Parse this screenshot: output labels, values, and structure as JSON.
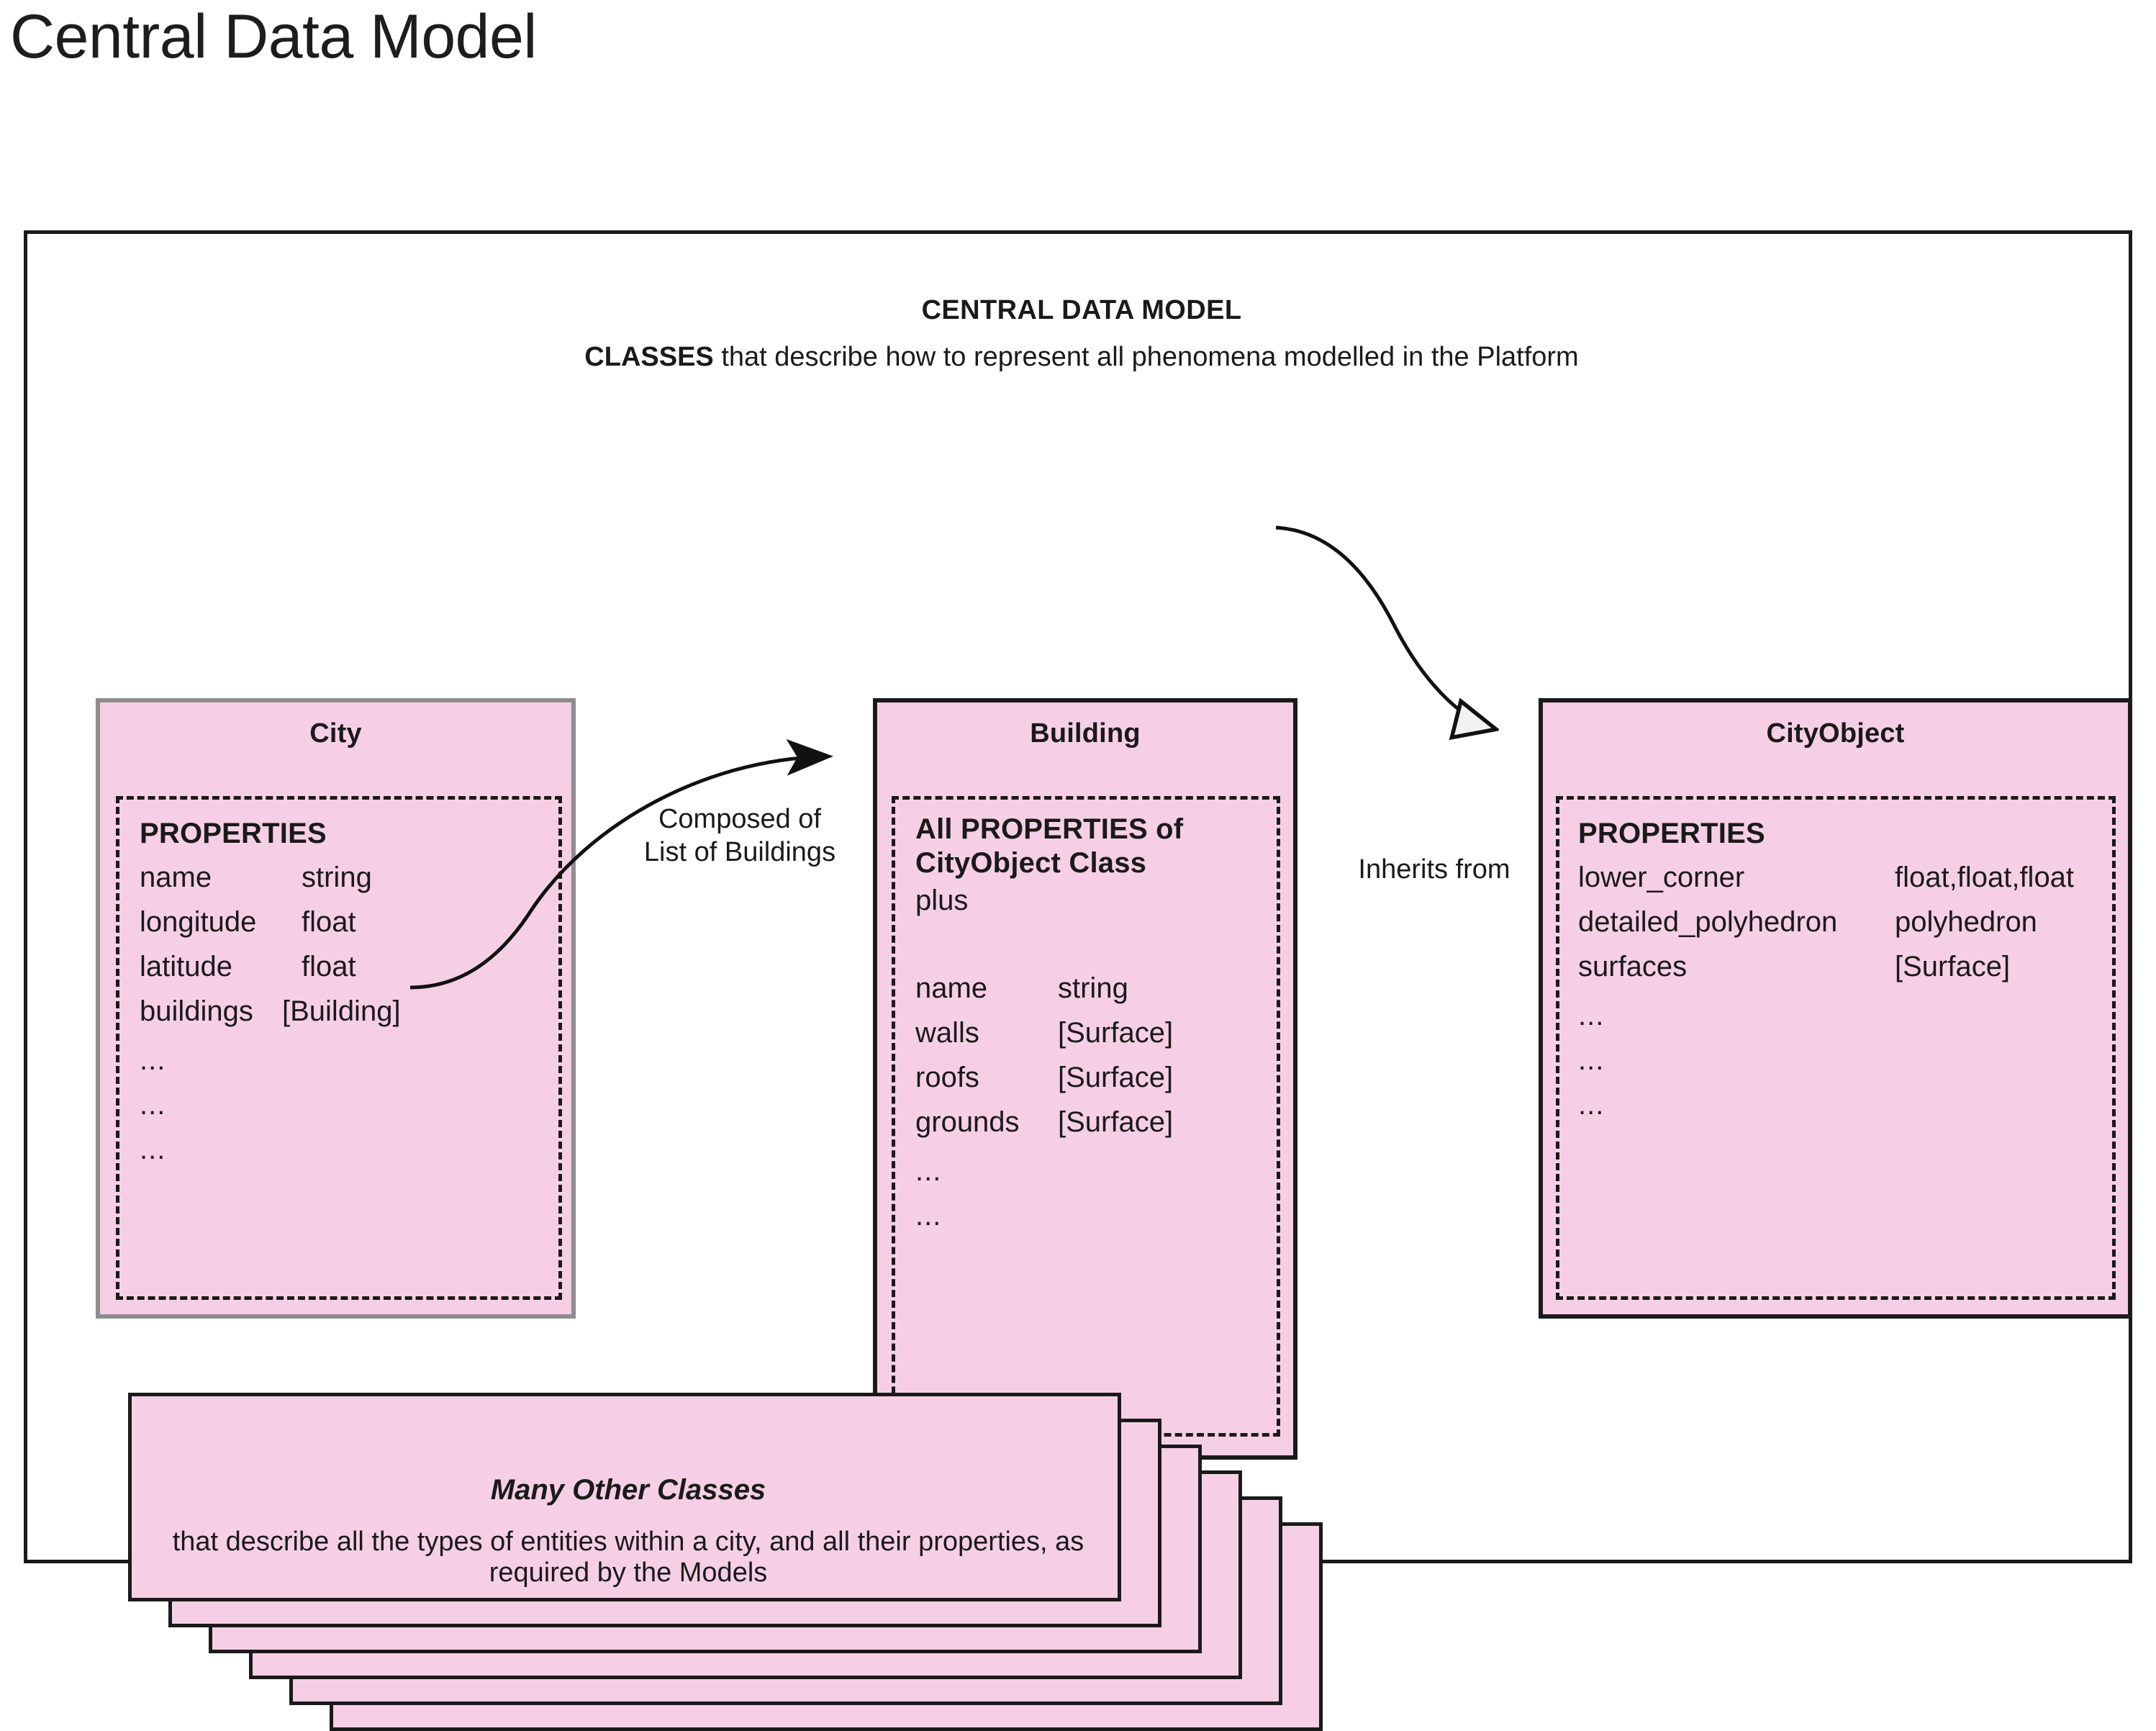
{
  "page": {
    "title": "Central Data Model"
  },
  "frame": {
    "heading": "CENTRAL DATA MODEL",
    "subheading_bold": "CLASSES",
    "subheading_rest": " that describe how to represent all phenomena modelled in the Platform"
  },
  "colors": {
    "box_fill": "#f6cfe6",
    "box_border_dark": "#1a1a1a",
    "box_border_gray": "#8e8e8e",
    "text": "#1a1a1a",
    "page_background": "#ffffff"
  },
  "classes": [
    {
      "id": "city",
      "name": "City",
      "border": "gray",
      "properties_header": "PROPERTIES",
      "rows": [
        {
          "name": "name",
          "type": "string"
        },
        {
          "name": "longitude",
          "type": "float"
        },
        {
          "name": "latitude",
          "type": "float"
        },
        {
          "name": "buildings",
          "type": "[Building]"
        }
      ],
      "ellipses": [
        "...",
        "...",
        "..."
      ]
    },
    {
      "id": "building",
      "name": "Building",
      "border": "dark",
      "properties_header": "All PROPERTIES of\nCityObject Class",
      "properties_subnote": "plus",
      "rows": [
        {
          "name": "name",
          "type": "string"
        },
        {
          "name": "walls",
          "type": "[Surface]"
        },
        {
          "name": "roofs",
          "type": "[Surface]"
        },
        {
          "name": "grounds",
          "type": "[Surface]"
        }
      ],
      "ellipses": [
        "...",
        "..."
      ]
    },
    {
      "id": "cityobject",
      "name": "CityObject",
      "border": "dark",
      "properties_header": "PROPERTIES",
      "rows": [
        {
          "name": "lower_corner",
          "type": "float,float,float"
        },
        {
          "name": "detailed_polyhedron",
          "type": "polyhedron"
        },
        {
          "name": "surfaces",
          "type": "[Surface]"
        }
      ],
      "ellipses": [
        "...",
        "...",
        "..."
      ]
    }
  ],
  "edges": [
    {
      "id": "composed-of",
      "label": "Composed of\nList of Buildings",
      "from": "city.buildings",
      "to": "building",
      "arrowhead": "filled"
    },
    {
      "id": "inherits-from",
      "label": "Inherits from",
      "from": "building",
      "to": "cityobject",
      "arrowhead": "hollow-triangle"
    }
  ],
  "stack": {
    "title": "Many Other Classes",
    "subtitle": "that describe all the types of entities within a city, and all their properties, as required by the Models",
    "layers": 6
  }
}
